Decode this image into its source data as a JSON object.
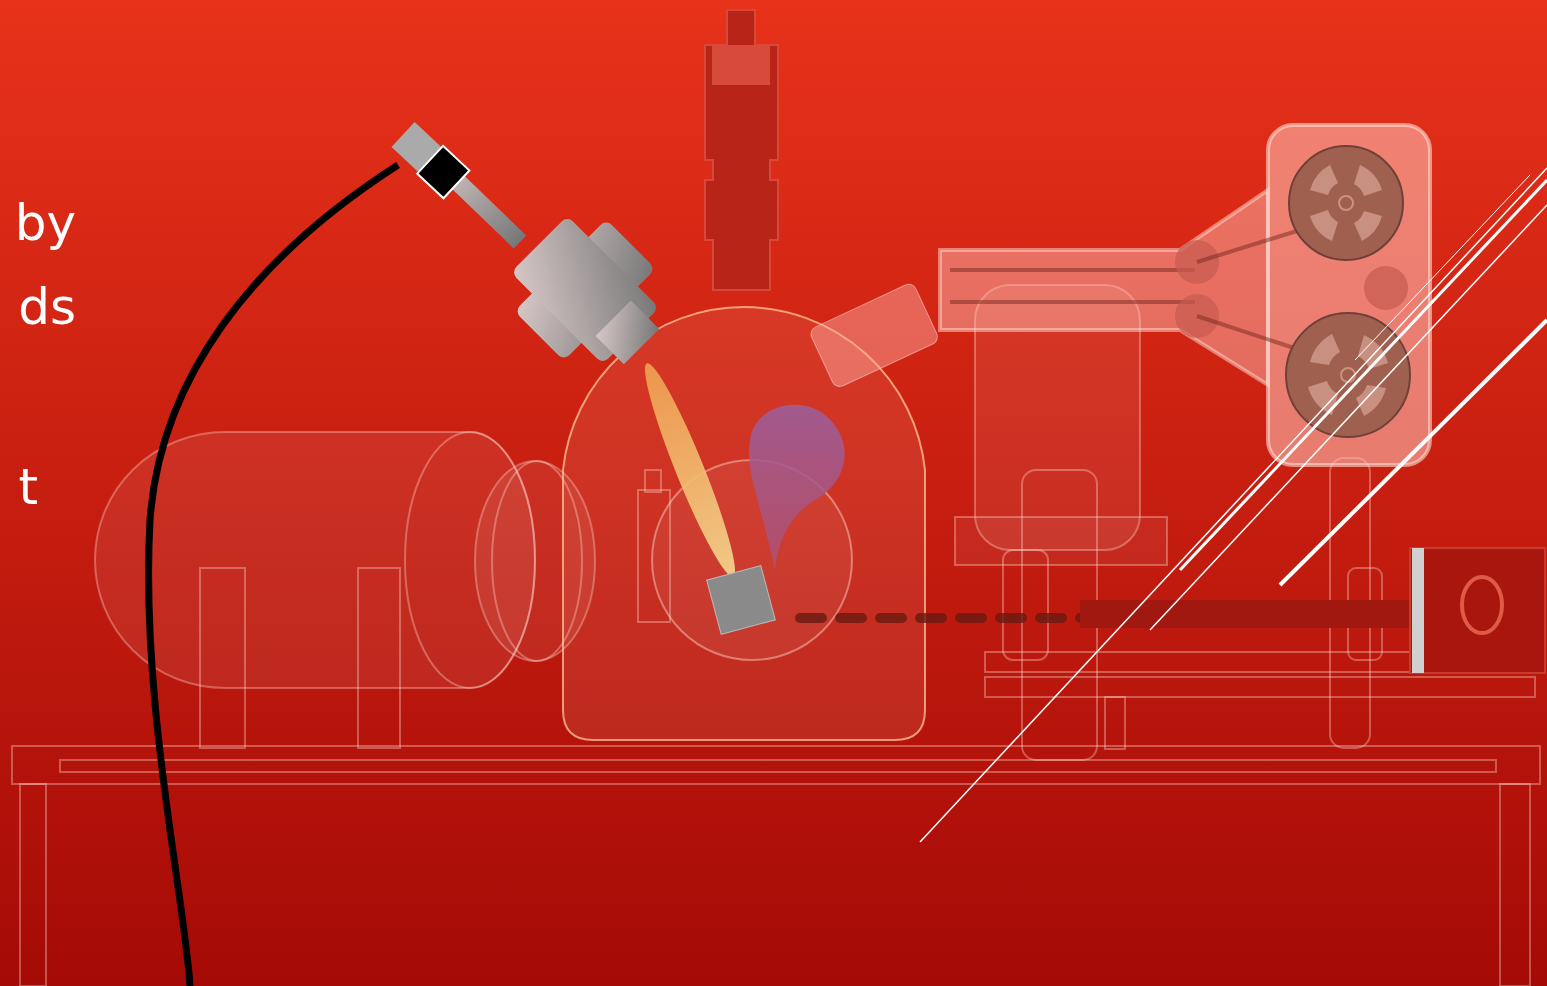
{
  "diagram": {
    "labels": [
      "by",
      "ds",
      "t"
    ]
  }
}
